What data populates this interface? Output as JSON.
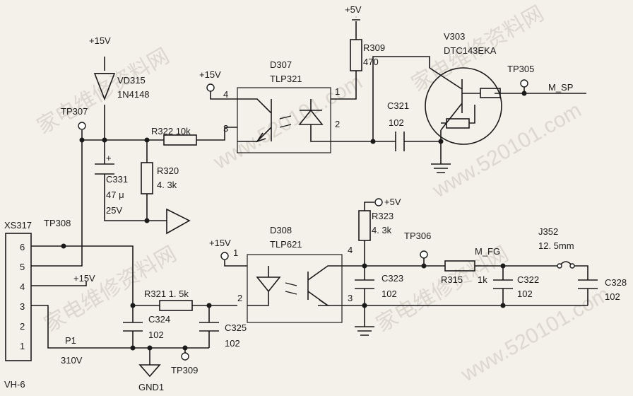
{
  "labels": {
    "xs317": "XS317",
    "vh6": "VH-6",
    "pin6": "6",
    "pin5": "5",
    "pin4": "4",
    "pin3": "3",
    "pin2": "2",
    "pin1": "1",
    "p1": "P1",
    "v310": "310V",
    "plus15v": "+15V",
    "plus5v": "+5V",
    "plus": "+",
    "vd315": "VD315",
    "n4148": "1N4148",
    "tp307": "TP307",
    "tp305": "TP305",
    "tp306": "TP306",
    "tp308": "TP308",
    "tp309": "TP309",
    "r322": "R322  10k",
    "r320": "R320",
    "r320_val": "4. 3k",
    "c331": "C331",
    "c331_val": "47 μ",
    "c331_v": "25V",
    "d307": "D307",
    "tlp321": "TLP321",
    "r309": "R309",
    "r309_val": "470",
    "c321": "C321",
    "val102": "102",
    "v303": "V303",
    "dtc143": "DTC143EKA",
    "m_sp": "M_SP",
    "r321": "R321  1. 5k",
    "c324": "C324",
    "c325": "C325",
    "gnd1": "GND1",
    "d308": "D308",
    "tlp621": "TLP621",
    "r323": "R323",
    "r323_val": "4. 3k",
    "c323": "C323",
    "m_fg": "M_FG",
    "r315": "R315",
    "r315_val": "1k",
    "c322": "C322",
    "j352": "J352",
    "j352_val": "12. 5mm",
    "c328": "C328"
  },
  "watermarks": [
    "家电维修资料网",
    "www.520101.com"
  ]
}
